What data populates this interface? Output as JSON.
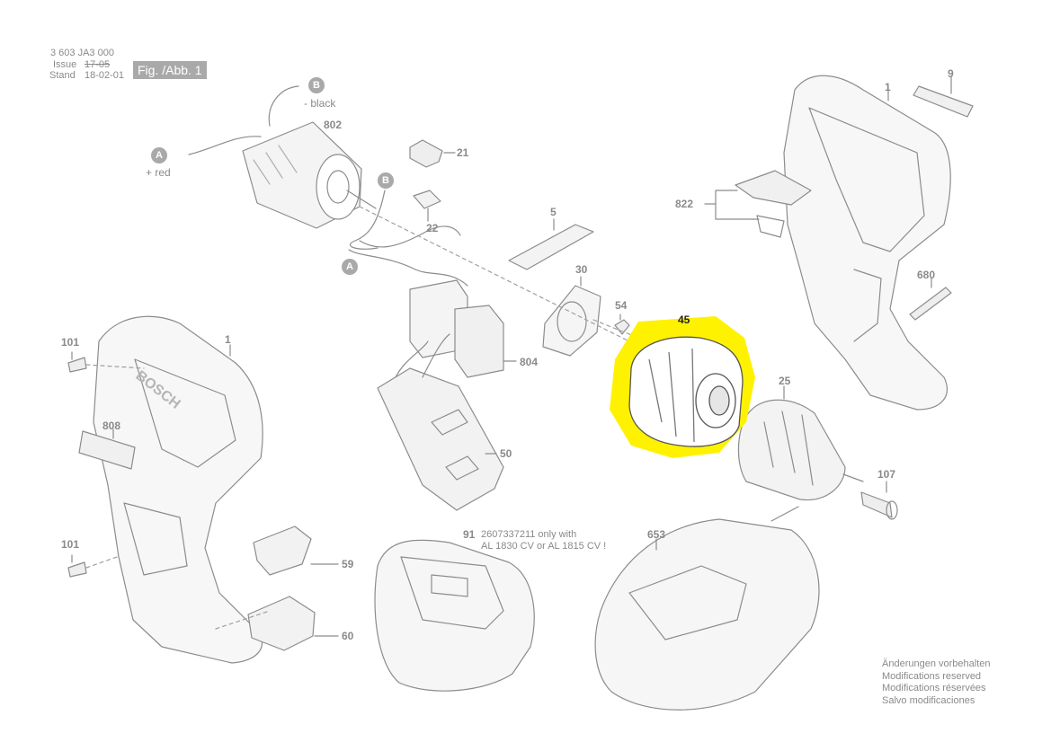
{
  "header": {
    "doc_number": "3 603 JA3 000",
    "issue_label": "Issue",
    "issue_value": "17-05",
    "stand_label": "Stand",
    "stand_value": "18-02-01",
    "fig_label": "Fig. /Abb. 1"
  },
  "wires": {
    "b_label": "B",
    "b_text": "- black",
    "a_label": "A",
    "a_text": "+ red",
    "b2_label": "B",
    "a2_label": "A"
  },
  "parts": {
    "p802": "802",
    "p21": "21",
    "p22": "22",
    "p5": "5",
    "p30": "30",
    "p54": "54",
    "p804": "804",
    "p50": "50",
    "p45": "45",
    "p25": "25",
    "p107": "107",
    "p1_right": "1",
    "p9": "9",
    "p822": "822",
    "p680": "680",
    "p101_top": "101",
    "p1_left": "1",
    "p808": "808",
    "p101_bottom": "101",
    "p59": "59",
    "p60": "60",
    "p91": "91",
    "p91_note_1": "2607337211 only with",
    "p91_note_2": "AL 1830 CV or AL 1815 CV !",
    "p653": "653"
  },
  "notes": [
    "Änderungen vorbehalten",
    "Modifications reserved",
    "Modifications réservées",
    "Salvo modificaciones"
  ],
  "brand": "BOSCH",
  "colors": {
    "line": "#8c8c8c",
    "light": "#c8c8c8",
    "highlight": "#fff200",
    "badge": "#a9a9a9"
  }
}
